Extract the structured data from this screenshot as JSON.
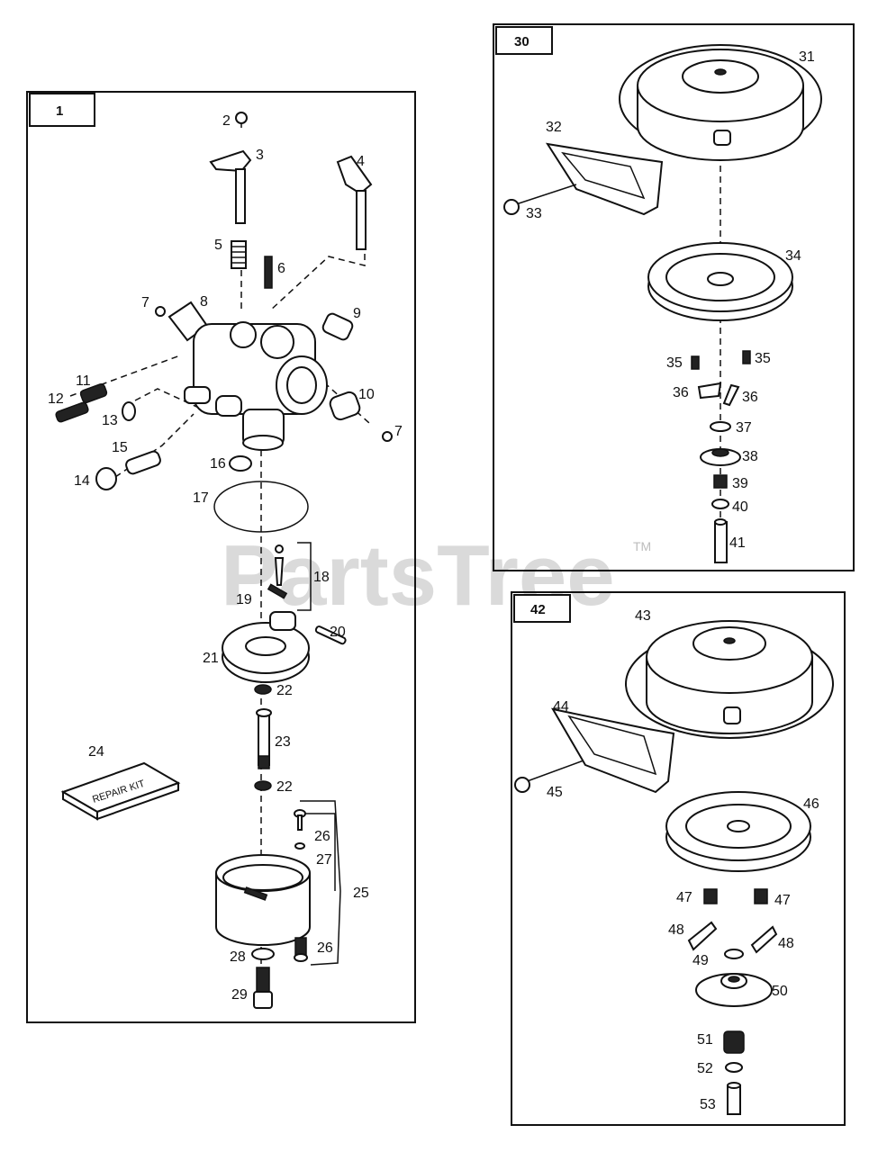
{
  "watermark": {
    "text": "PartsTree",
    "trademark": "TM"
  },
  "panels": [
    {
      "tag": "1"
    },
    {
      "tag": "30"
    },
    {
      "tag": "42"
    }
  ],
  "repair_kit_text": "REPAIR KIT",
  "callouts": [
    "2",
    "3",
    "4",
    "5",
    "6",
    "7",
    "8",
    "9",
    "11",
    "12",
    "13",
    "10",
    "7",
    "15",
    "14",
    "16",
    "17",
    "18",
    "19",
    "20",
    "21",
    "22",
    "23",
    "24",
    "22",
    "26",
    "27",
    "25",
    "26",
    "28",
    "29",
    "31",
    "32",
    "33",
    "34",
    "35",
    "35",
    "36",
    "36",
    "37",
    "38",
    "39",
    "40",
    "41",
    "43",
    "44",
    "45",
    "46",
    "47",
    "47",
    "48",
    "48",
    "49",
    "50",
    "51",
    "52",
    "53"
  ]
}
